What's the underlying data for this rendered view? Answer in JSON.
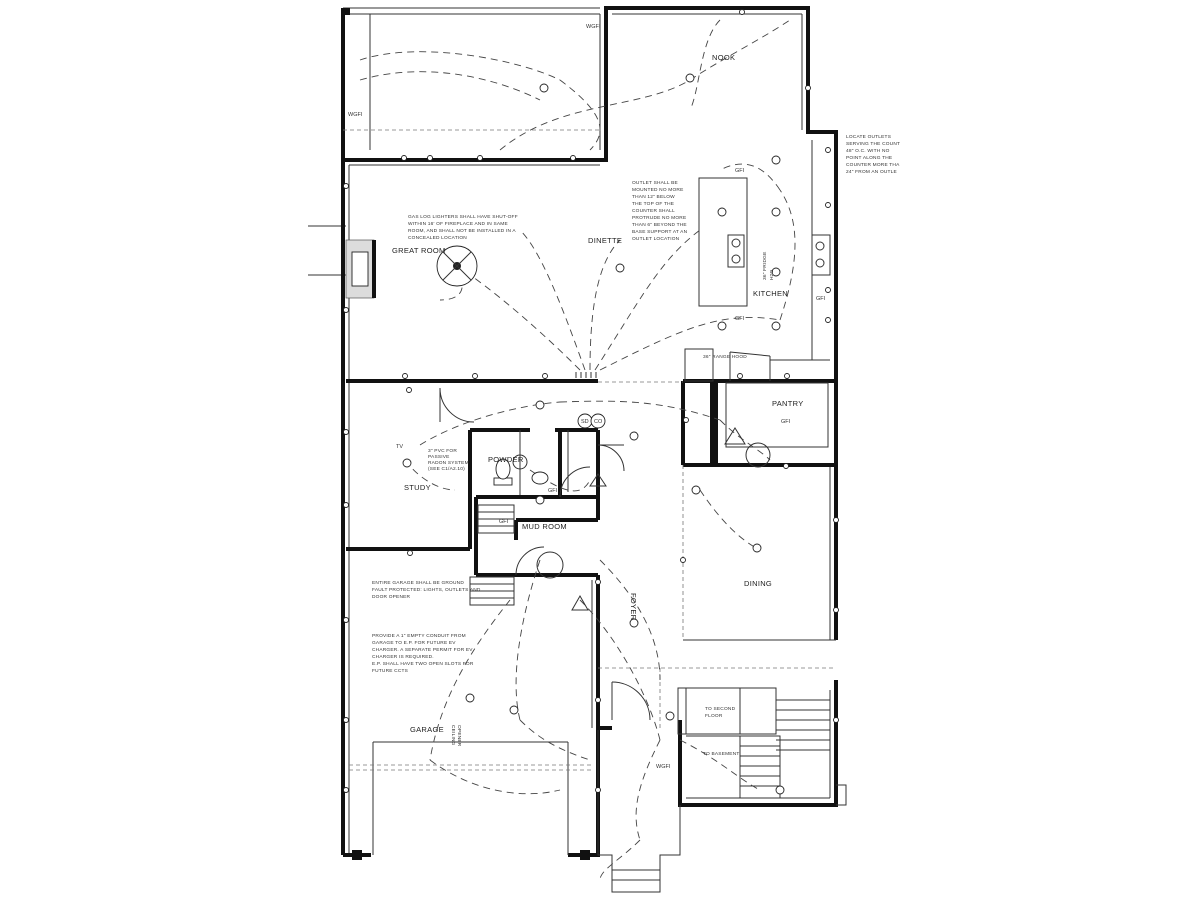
{
  "rooms": {
    "nook": "NOOK",
    "great_room": "GREAT ROOM",
    "dinette": "DINETTE",
    "kitchen": "KITCHEN",
    "pantry": "PANTRY",
    "study": "STUDY",
    "powder": "POWDER",
    "mud_room": "MUD ROOM",
    "foyer": "FOYER",
    "dining": "DINING",
    "garage": "GARAGE"
  },
  "notes": {
    "gas_co": [
      "GAS LOG LIGHTERS SHALL HAVE SHUT-OFF",
      "WITHIN 16' OF FIREPLACE AND IN SAME",
      "ROOM, AND SHALL NOT BE INSTALLED IN A",
      "CONCEALED LOCATION"
    ],
    "outlet_mount": [
      "OUTLET SHALL BE",
      "MOUNTED NO MORE",
      "THAN 12\" BELOW",
      "THE TOP OF THE",
      "COUNTER SHALL",
      "PROTRUDE NO MORE",
      "THAN 6\" BEYOND THE",
      "BASE SUPPORT AT AN",
      "OUTLET LOCATION"
    ],
    "locate_outlets": [
      "LOCATE OUTLETS",
      "SERVING THE COUNT",
      "48\" O.C. WITH NO",
      "POINT ALONG THE",
      "COUNTER MORE THA",
      "24\" FROM AN OUTLE"
    ],
    "radon": [
      "3\" PVC FOR",
      "PASSIVE",
      "RADON SYSTEM",
      "(SEE C1/A2.10)"
    ],
    "garage_gfci": [
      "ENTIRE GARAGE SHALL BE GROUND",
      "FAULT PROTECTED: LIGHTS, OUTLETS AND",
      "DOOR OPENER"
    ],
    "conduit": [
      "PROVIDE A 1\" EMPTY CONDUIT FROM",
      "GARAGE TO E.P. FOR FUTURE EV",
      "CHARGER. A SEPARATE PERMIT FOR EV",
      "CHARGER IS REQUIRED.",
      "E.P. SHALL HAVE TWO OPEN SLOTS FOR",
      "FUTURE CCTS"
    ],
    "fridge": [
      "36\" FRIDGE",
      "H2O"
    ],
    "range": [
      "36\" RANGE HOOD"
    ],
    "to_second": [
      "TO SECOND",
      "FLOOR"
    ],
    "to_basement": "TO BASEMENT",
    "ceiling_opener": [
      "CEILING",
      "OPENER"
    ]
  },
  "tags": {
    "wgfi": "WGFI",
    "gfi": "GFI",
    "sd": "SD",
    "co": "CO",
    "tv": "TV"
  },
  "colors": {
    "ink": "#111111",
    "paper": "#ffffff"
  }
}
